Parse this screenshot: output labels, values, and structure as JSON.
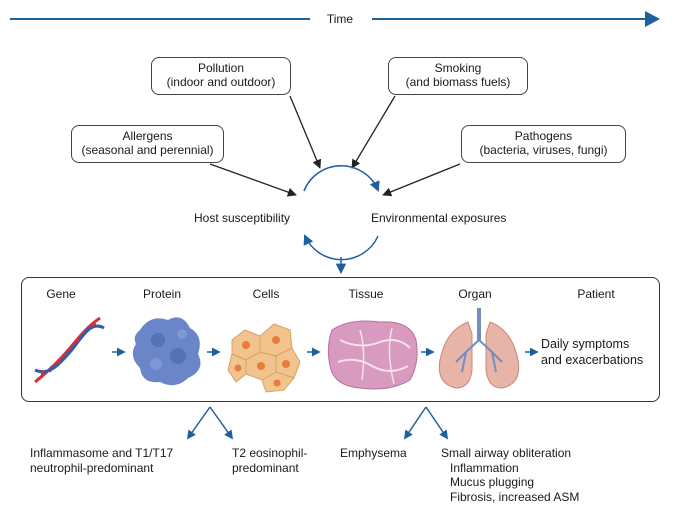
{
  "timeline": {
    "label": "Time"
  },
  "exposures": {
    "pollution": {
      "line1": "Pollution",
      "line2": "(indoor and outdoor)"
    },
    "smoking": {
      "line1": "Smoking",
      "line2": "(and biomass fuels)"
    },
    "allergens": {
      "line1": "Allergens",
      "line2": "(seasonal and perennial)"
    },
    "pathogens": {
      "line1": "Pathogens",
      "line2": "(bacteria, viruses, fungi)"
    }
  },
  "cycle": {
    "left": "Host susceptibility",
    "right": "Environmental exposures"
  },
  "stages": [
    {
      "label": "Gene",
      "icon": "dna-icon"
    },
    {
      "label": "Protein",
      "icon": "protein-icon"
    },
    {
      "label": "Cells",
      "icon": "cells-icon"
    },
    {
      "label": "Tissue",
      "icon": "tissue-icon"
    },
    {
      "label": "Organ",
      "icon": "lungs-icon"
    },
    {
      "label": "Patient",
      "icon": ""
    }
  ],
  "patient_text": {
    "line1": "Daily symptoms",
    "line2": "and exacerbations"
  },
  "outcomes": {
    "inflammasome": {
      "line1": "Inflammasome and T1/T17",
      "line2": "neutrophil-predominant"
    },
    "t2": {
      "line1": "T2 eosinophil-",
      "line2": "predominant"
    },
    "emphysema": {
      "line1": "Emphysema"
    },
    "small_airway": {
      "line1": "Small airway obliteration",
      "line2": "Inflammation",
      "line3": "Mucus plugging",
      "line4": "Fibrosis, increased ASM"
    }
  },
  "colors": {
    "accent_blue": "#1f5f9e",
    "arrow_black": "#222222",
    "protein": "#6a86c8",
    "cells": "#f2c48d",
    "cell_nucleus": "#e87c3a",
    "tissue": "#d99ac0",
    "lungs": "#e8b4a8",
    "dna_red": "#d6303a",
    "dna_blue": "#2f5fa8"
  }
}
